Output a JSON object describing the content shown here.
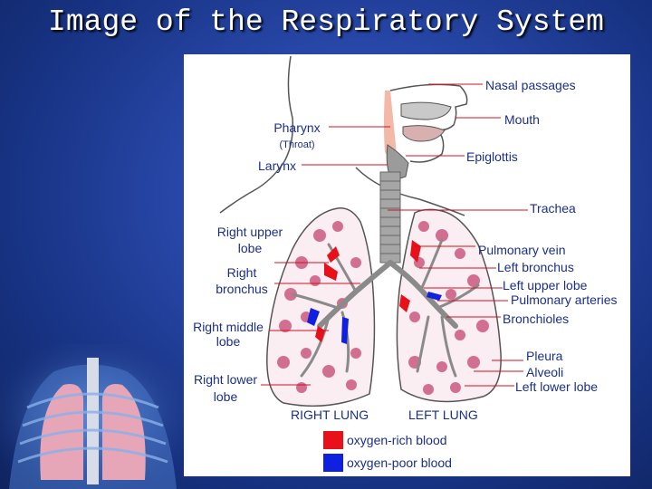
{
  "title": "Image of the Respiratory System",
  "labels": {
    "nasal_passages": "Nasal passages",
    "mouth": "Mouth",
    "pharynx": "Pharynx",
    "throat": "(Throat)",
    "epiglottis": "Epiglottis",
    "larynx": "Larynx",
    "trachea": "Trachea",
    "right_upper_lobe_1": "Right upper",
    "right_upper_lobe_2": "lobe",
    "pulmonary_vein": "Pulmonary vein",
    "left_bronchus": "Left bronchus",
    "right_bronchus_1": "Right",
    "right_bronchus_2": "bronchus",
    "left_upper_lobe": "Left upper lobe",
    "pulmonary_arteries": "Pulmonary arteries",
    "bronchioles": "Bronchioles",
    "right_middle_lobe_1": "Right middle",
    "right_middle_lobe_2": "lobe",
    "pleura": "Pleura",
    "alveoli": "Alveoli",
    "right_lower_lobe_1": "Right lower",
    "right_lower_lobe_2": "lobe",
    "left_lower_lobe": "Left lower lobe",
    "right_lung": "RIGHT LUNG",
    "left_lung": "LEFT LUNG"
  },
  "legend": [
    {
      "label": "oxygen-rich blood",
      "color": "#e8101a"
    },
    {
      "label": "oxygen-poor blood",
      "color": "#1020e0"
    }
  ],
  "colors": {
    "label_text": "#1b2f8a",
    "leader_line": "#d01020",
    "lung_tissue": "#c8547a",
    "airway": "#8a8a8a"
  }
}
